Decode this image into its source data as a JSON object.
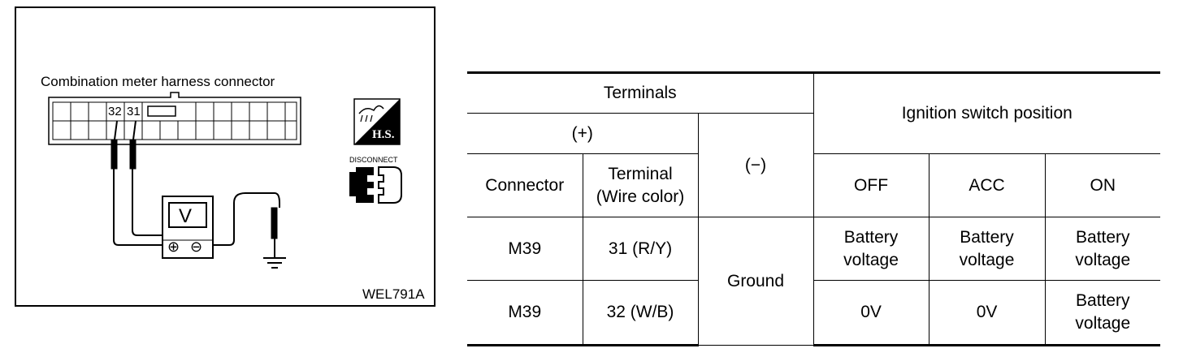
{
  "diagram": {
    "connector_label": "Combination meter harness connector",
    "pin_a": "32",
    "pin_b": "31",
    "meter_symbol": "V",
    "plus_symbol": "⊕",
    "minus_symbol": "⊖",
    "hs_label": "H.S.",
    "disconnect_label": "DISCONNECT",
    "figure_code": "WEL791A"
  },
  "table": {
    "header": {
      "terminals": "Terminals",
      "plus": "(+)",
      "minus": "(−)",
      "ignition": "Ignition switch position",
      "connector": "Connector",
      "terminal_line1": "Terminal",
      "terminal_line2": "(Wire color)",
      "off": "OFF",
      "acc": "ACC",
      "on": "ON"
    },
    "ground": "Ground",
    "rows": [
      {
        "connector": "M39",
        "terminal": "31 (R/Y)",
        "off": [
          "Battery",
          "voltage"
        ],
        "acc": [
          "Battery",
          "voltage"
        ],
        "on": [
          "Battery",
          "voltage"
        ]
      },
      {
        "connector": "M39",
        "terminal": "32 (W/B)",
        "off": [
          "0V"
        ],
        "acc": [
          "0V"
        ],
        "on": [
          "Battery",
          "voltage"
        ]
      }
    ]
  }
}
